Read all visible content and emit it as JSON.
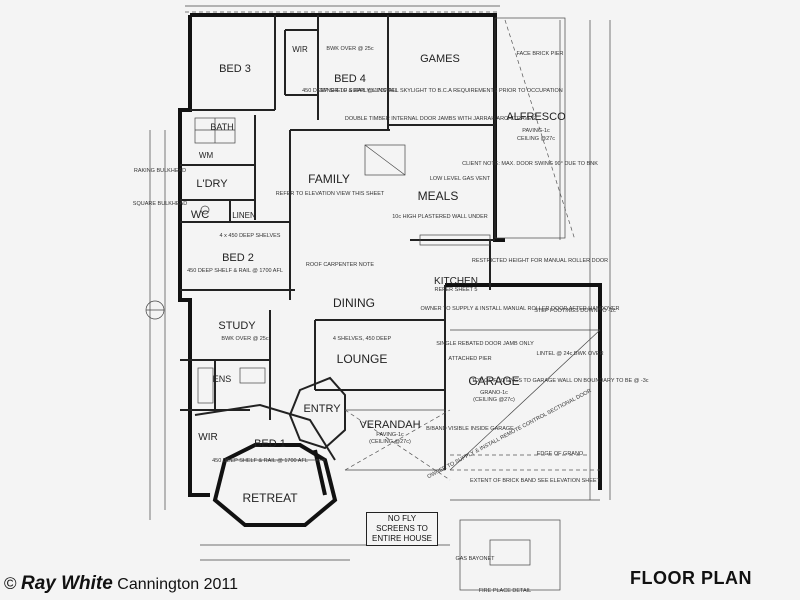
{
  "rooms": {
    "bed3": "BED 3",
    "wir_top": "WIR",
    "bed4": "BED 4",
    "games": "GAMES",
    "alfresco": "ALFRESCO",
    "bath": "BATH",
    "wm": "WM",
    "ldry": "L'DRY",
    "wc": "WC",
    "linen": "LINEN",
    "family": "FAMILY",
    "meals": "MEALS",
    "bed2": "BED 2",
    "kitchen": "KITCHEN",
    "dining": "DINING",
    "study": "STUDY",
    "ens": "ENS",
    "lounge": "LOUNGE",
    "garage": "GARAGE",
    "entry": "ENTRY",
    "verandah": "VERANDAH",
    "bed1": "BED 1",
    "wir_bottom": "WIR",
    "retreat": "RETREAT"
  },
  "notes": {
    "games_owner": "OWNER TO SUPPLY & INSTALL SKYLIGHT TO B.C.A REQUIREMENTS PRIOR TO OCCUPATION",
    "alfresco_paving": "PAVING-1c",
    "alfresco_ceiling": "CEILING @27c",
    "face_pier": "FACE BRICK PIER",
    "double_timber": "DOUBLE TIMBER INTERNAL DOOR JAMBS WITH JARRAH ARCHITRAVES",
    "client_note": "CLIENT NOTE: MAX. DOOR SWING 90° DUE TO BNK",
    "low_level_gas": "LOW LEVEL GAS VENT",
    "refer_elevation": "REFER TO ELEVATION VIEW THIS SHEET",
    "bed4_shelf": "450 DEEP SHELF & RAIL @ 1700 AFL",
    "bed3_shelf": "BWK OVER @ 25c",
    "bed2_shelf": "450 DEEP SHELF & RAIL @ 1700 AFL",
    "bed2_shelves": "4 x 450 DEEP SHELVES",
    "study_bwk": "BWK OVER @ 25c",
    "lounge_shelves": "4 SHELVES, 450 DEEP",
    "verandah_paving": "PAVING-1c",
    "verandah_ceiling": "(CEILING @27c)",
    "bed1_shelf": "450 DEEP SHELF & RAIL @ 1700 AFL",
    "garage_grano": "GRANO-1c",
    "garage_ceiling": "(CEILING @27c)",
    "garage_footings": "TOP OF FOOTINGS TO GARAGE WALL ON BOUNDARY TO BE @ -3c",
    "garage_door": "OWNER TO SUPPLY & INSTALL REMOTE CONTROL SECTIONAL DOOR",
    "single_rebated": "SINGLE REBATED DOOR JAMB ONLY",
    "restricted_height": "RESTRICTED HEIGHT FOR MANUAL ROLLER DOOR",
    "owner_roller": "OWNER TO SUPPLY & INSTALL MANUAL ROLLER DOOR AFTER HANDOVER",
    "edge_of_grano": "EDGE OF GRANO",
    "brick_band": "EXTENT OF BRICK BAND SEE ELEVATION SHEET",
    "roof_carpenter": "ROOF CARPENTER NOTE",
    "meals_wall": "10c HIGH PLASTERED WALL UNDER",
    "step_down": "STEP FOOTINGS DOWN TO -1c",
    "kitchen_sub": "REFER SHEET 5",
    "gas_bayonet": "GAS BAYONET",
    "fire_place": "FIRE PLACE DETAIL",
    "attached_pier": "ATTACHED PIER",
    "lintel": "LINTEL @ 24c BWK OVER",
    "bband_visible": "B/BAND VISIBLE INSIDE GARAGE",
    "square_bulkhead": "SQUARE BULKHEAD",
    "raking_bulkhead": "RAKING BULKHEAD"
  },
  "fly_screens": "NO FLY SCREENS TO ENTIRE HOUSE",
  "footer": {
    "copyright_symbol": "©",
    "brand": "Ray White",
    "location": "Cannington 2011"
  },
  "plan_title": "FLOOR PLAN"
}
